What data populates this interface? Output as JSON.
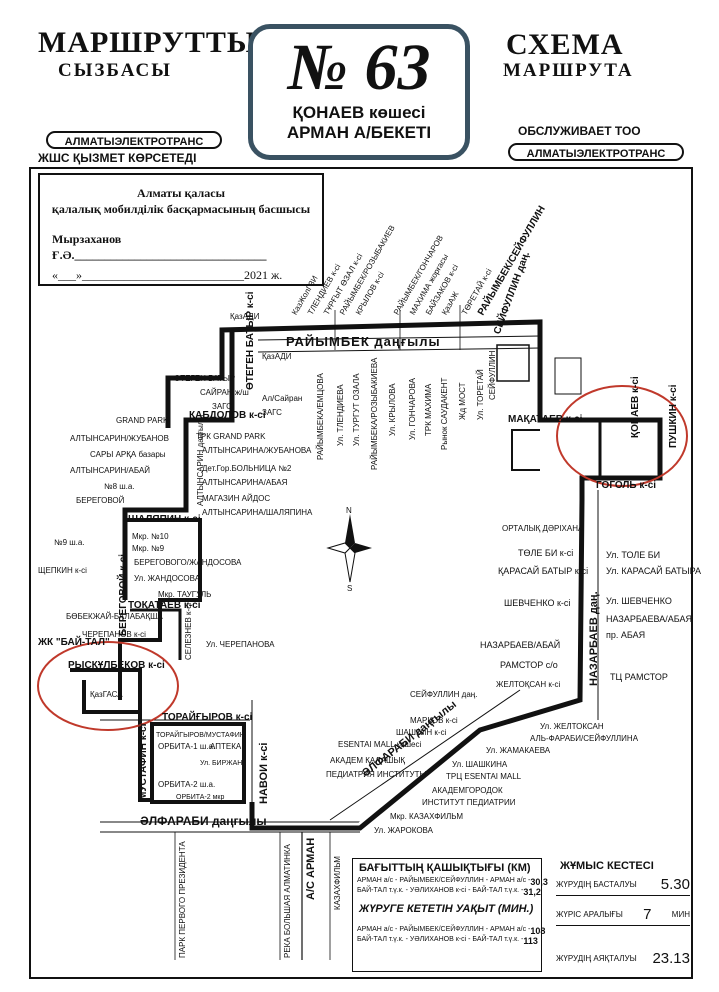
{
  "header": {
    "left_title": "МАРШРУТТЫҢ",
    "left_subtitle": "СЫЗБАСЫ",
    "right_title": "СХЕМА",
    "right_subtitle": "МАРШРУТА",
    "route_number": "№ 63",
    "route_line1": "ҚОНАЕВ көшесі",
    "route_line2": "АРМАН А/БЕКЕТІ",
    "operator_left": "АЛМАТЫЭЛЕКТРОТРАНС",
    "operator_left_caption": "ЖШС ҚЫЗМЕТ КӨРСЕТЕДІ",
    "operator_right_caption": "ОБСЛУЖИВАЕТ ТОО",
    "operator_right": "АЛМАТЫЭЛЕКТРОТРАНС"
  },
  "approval": {
    "line1": "Алматы қаласы",
    "line2": "қалалық мобилділік басқармасының басшысы",
    "line3": "Мырзаханов Ғ.Ә.",
    "line4": "«___»",
    "line5": "2021 ж."
  },
  "map": {
    "streets": {
      "raiymbek": "РАЙЫМБЕК даңғылы",
      "nazarbaev": "НАЗАРБАЕВ даң.",
      "alfarabi_left": "ӘЛФАРАБИ даңғылы",
      "alfarabi_diag": "ӘЛФАРАБИ даңғылы",
      "toraigyrov": "ТОРАЙҒЫРОВ к-сі",
      "navoi": "НАВОИ к-сі",
      "mustafin": "МУСТАФИН к-сі",
      "shalyapin": "ШАЛЯПИН к-сі",
      "makataev": "МАҚАТАЕВ к-сі",
      "gogol": "ГОГОЛЬ к-сі",
      "konaev": "ҚОНАЕВ к-сі",
      "pushkin": "ПУШКИН к-сі",
      "otegen": "ӨТЕГЕН БАТЫР к-сі",
      "altynsarin": "АЛТЫНСАРИН даңғылы",
      "kabdolov": "ҚАБДОЛОВ к-сі",
      "beregovoi": "БЕРЕГОВОЙ к-сі",
      "tokataev": "ТОҚАТАЕВ к-сі",
      "seleznev": "СЕЛЕЗНЕВ к-сі",
      "cherepanov": "ЧЕРЕПАНОВ к-сі",
      "ryskulbekov": "РЫСҚҰЛБЕКОВ к-сі",
      "kazgasa": "ҚазГАСА",
      "zhk": "ЖК \"БАЙ-ТАЛ\"",
      "kazadi": "ҚазАДИ",
      "seifullin": "СЕЙФУЛЛИН даң.",
      "arman": "А/С АРМАН",
      "kazfilm": "КАЗАХФИЛЬМ",
      "park": "ПАРК ПЕРВОГО ПРЕЗИДЕНТА",
      "reka": "РЕКА БОЛЬШАЯ АЛМАТИНКА"
    },
    "stops_left": [
      "ӨТЕГЕН БАТЫР",
      "САЙРАН ж/ш",
      "ЗАГС",
      "GRAND PARK",
      "АЛТЫНСАРИН/ЖУБАНОВ",
      "САРЫ АРҚА базары",
      "АЛТЫНСАРИН/АБАЙ",
      "№8 ш.а.",
      "БЕРЕГОВОЙ",
      "№9 ш.а.",
      "ЩЕПКИН к-сі",
      "БӨБЕКЖАЙ-БАЛАБАҚША",
      "ЧЕРЕПАНОВ к-сі"
    ],
    "stops_mid": [
      "ҚазАДИ",
      "Ал/Сайран",
      "ЗАГС",
      "ТРК GRAND PARK",
      "АЛТЫНСАРИНА/ЖУБАНОВА",
      "Дет.Гор.БОЛЬНИЦА №2",
      "АЛТЫНСАРИНА/АБАЯ",
      "МАГАЗИН АЙДОС",
      "АЛТЫНСАРИНА/ШАЛЯПИНА",
      "Мкр. №10",
      "Мкр. №9",
      "БЕРЕГОВОГО/ЖАНДОСОВА",
      "Ул. ЖАНДОСОВА",
      "Мкр. ТАУГУЛЬ",
      "Ул. ЧЕРЕПАНОВА"
    ],
    "stops_vertical": [
      "КазЖолГЗИ",
      "ТЛЕНДИЕВ к-сі",
      "ТҰРҒЫТ ӨЗАЛ к-сі",
      "РАЙЫМБЕК/РОЗЫБАКИЕВ",
      "КРЫЛОВ к-сі",
      "РАЙЫМБЕК/ГОНЧАРОВ",
      "МАХИМА жорғасы",
      "БАЙЗАКОВ к-сі",
      "ҚазАЖ",
      "ТӨРЕТАЙ к-сі",
      "РАЙЫМБЕК/СЕЙФУЛЛИН"
    ],
    "stops_vertical_inner": [
      "РАЙЫМБЕКА/ЕМЦОВА",
      "Ул. ТЛЕНДИЕВА",
      "Ул. ТУРГУТ ОЗАЛА",
      "РАЙЫМБЕКА/РОЗЫБАКИЕВА",
      "Ул. КРЫЛОВА",
      "Ул. ГОНЧАРОВА",
      "ТРК МАХИМА",
      "Рынок САУДАКЕНТ",
      "Жд МОСТ",
      "Ул. ТОРЕТАЙ",
      "СЕЙФУЛЛИН"
    ],
    "stops_right_outer": [
      "ОРТАЛЫҚ ДӘРІХАНА",
      "ТӨЛЕ БИ к-сі",
      "ҚАРАСАЙ БАТЫР к-сі",
      "ШЕВЧЕНКО к-сі",
      "НАЗАРБАЕВ/АБАЙ",
      "РАМСТОР с/о",
      "ЖЕЛТОҚСАН к-сі",
      "СЕЙФУЛЛИН даң."
    ],
    "stops_right_inner": [
      "Ул. ТОЛЕ БИ",
      "Ул. КАРАСАЙ БАТЫРА",
      "Ул. ШЕВЧЕНКО",
      "НАЗАРБАЕВА/АБАЯ",
      "пр. АБАЯ",
      "ТЦ РАМСТОР"
    ],
    "stops_bottom": [
      "МАРКОВ к-сі",
      "ШАШКИН к-сі",
      "ESENTAI MALL көшесі",
      "АКАДЕМ ҚАЛАШЫҚ",
      "ПЕДИАТРИЯ ИНСТИТУТЫ",
      "Ул. ЖЕЛТОКСАН",
      "АЛЬ-ФАРАБИ/СЕЙФУЛЛИНА",
      "Ул. ЖАМАКАЕВА",
      "Ул. ШАШКИНА",
      "ТРЦ ESENTAI MALL",
      "АКАДЕМГОРОДОК",
      "ИНСТИТУТ ПЕДИАТРИИ",
      "Мкр. КАЗАХФИЛЬМ",
      "Ул. ЖАРОКОВА"
    ],
    "stops_orbita": [
      "ТОРАЙГЫРОВ/МУСТАФИН",
      "ОРБИТА-1 ш.а.",
      "АПТЕКА",
      "Ул. БИРЖАН",
      "ОРБИТА-2 ш.а.",
      "ОРБИТА-2 мкр"
    ],
    "compass_n": "N",
    "compass_s": "S"
  },
  "distance_panel": {
    "title": "БАҒЫТТЫҢ ҚАШЫҚТЫҒЫ (КМ)",
    "row1_label": "АРМАН а/с - РАЙЫМБЕК/СЕЙФУЛЛИН - АРМАН а/с -",
    "row1_value": "30,3",
    "row2_label": "БАЙ-ТАЛ т.ү.к. - УӘЛИХАНОВ к-сі - БАЙ-ТАЛ т.ү.к. -",
    "row2_value": "31,2",
    "time_title": "ЖҮРУГЕ КЕТЕТІН УАҚЫТ (МИН.)",
    "row3_label": "АРМАН а/с - РАЙЫМБЕК/СЕЙФУЛЛИН - АРМАН а/с -",
    "row3_value": "108",
    "row4_label": "БАЙ-ТАЛ т.ү.к. - УӘЛИХАНОВ к-сі - БАЙ-ТАЛ т.ү.к. -",
    "row4_value": "113"
  },
  "schedule_panel": {
    "title": "ЖҰМЫС КЕСТЕСІ",
    "start_label": "ЖҮРУДІҢ БАСТАЛУЫ",
    "start_value": "5.30",
    "interval_label": "ЖҮРІС АРАЛЫҒЫ",
    "interval_value": "7",
    "interval_unit": "МИН",
    "end_label": "ЖҮРУДІҢ АЯҚТАЛУЫ",
    "end_value": "23.13"
  },
  "colors": {
    "route_box_border": "#3a5262",
    "highlight_circle": "#c0392b",
    "ink": "#111111"
  }
}
